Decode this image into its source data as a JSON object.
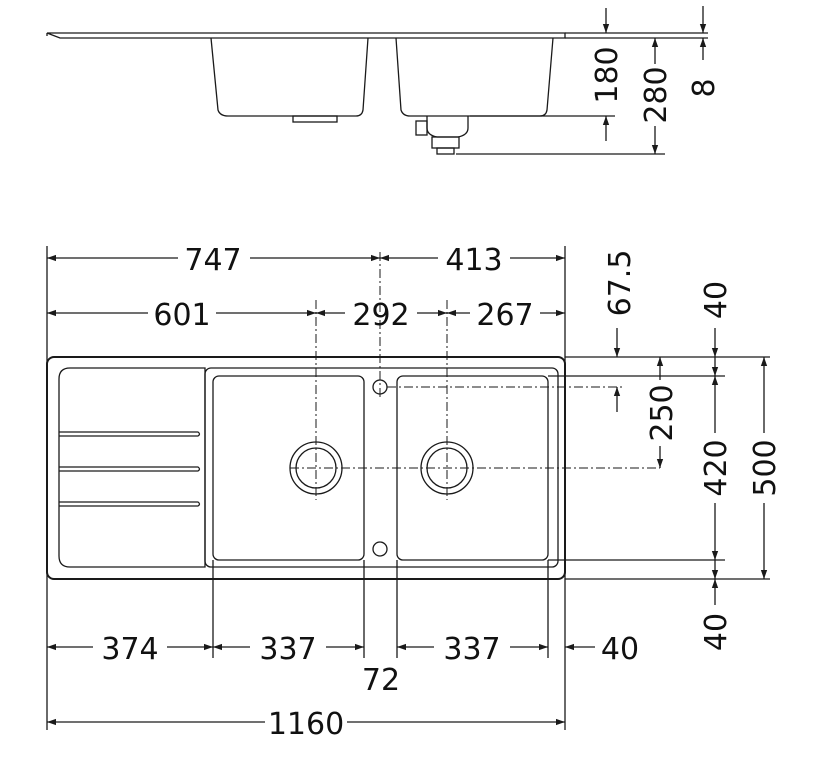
{
  "dimensions": {
    "side_180": "180",
    "side_280": "280",
    "side_8": "8",
    "top_747": "747",
    "top_413": "413",
    "top_601": "601",
    "top_292": "292",
    "top_267": "267",
    "right_67_5": "67.5",
    "right_40_top": "40",
    "right_250": "250",
    "right_420": "420",
    "right_500": "500",
    "right_40_bottom": "40",
    "bottom_374": "374",
    "bottom_337_left": "337",
    "bottom_337_right": "337",
    "bottom_40": "40",
    "bottom_72": "72",
    "bottom_1160": "1160"
  }
}
